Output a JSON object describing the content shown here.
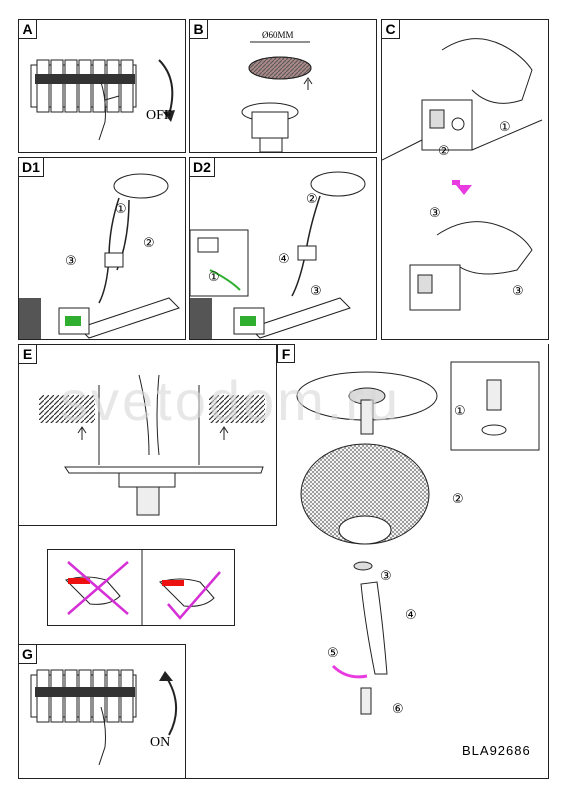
{
  "panels": {
    "a": {
      "label": "A",
      "caption": "OFF"
    },
    "b": {
      "label": "B",
      "dimension": "Ø60MM"
    },
    "c": {
      "label": "C"
    },
    "d1": {
      "label": "D1"
    },
    "d2": {
      "label": "D2"
    },
    "e": {
      "label": "E"
    },
    "f": {
      "label": "F"
    },
    "g": {
      "label": "G",
      "caption": "ON"
    }
  },
  "steps": {
    "one": "①",
    "two": "②",
    "three": "③",
    "four": "④",
    "five": "⑤",
    "six": "⑥"
  },
  "watermark": "svetodom.ru",
  "model_code": "BLA92686",
  "colors": {
    "arrow_magenta": "#e83be0",
    "wire_green": "#2fae2f",
    "warning_red": "#e11",
    "cross_magenta": "#d62fd6"
  }
}
